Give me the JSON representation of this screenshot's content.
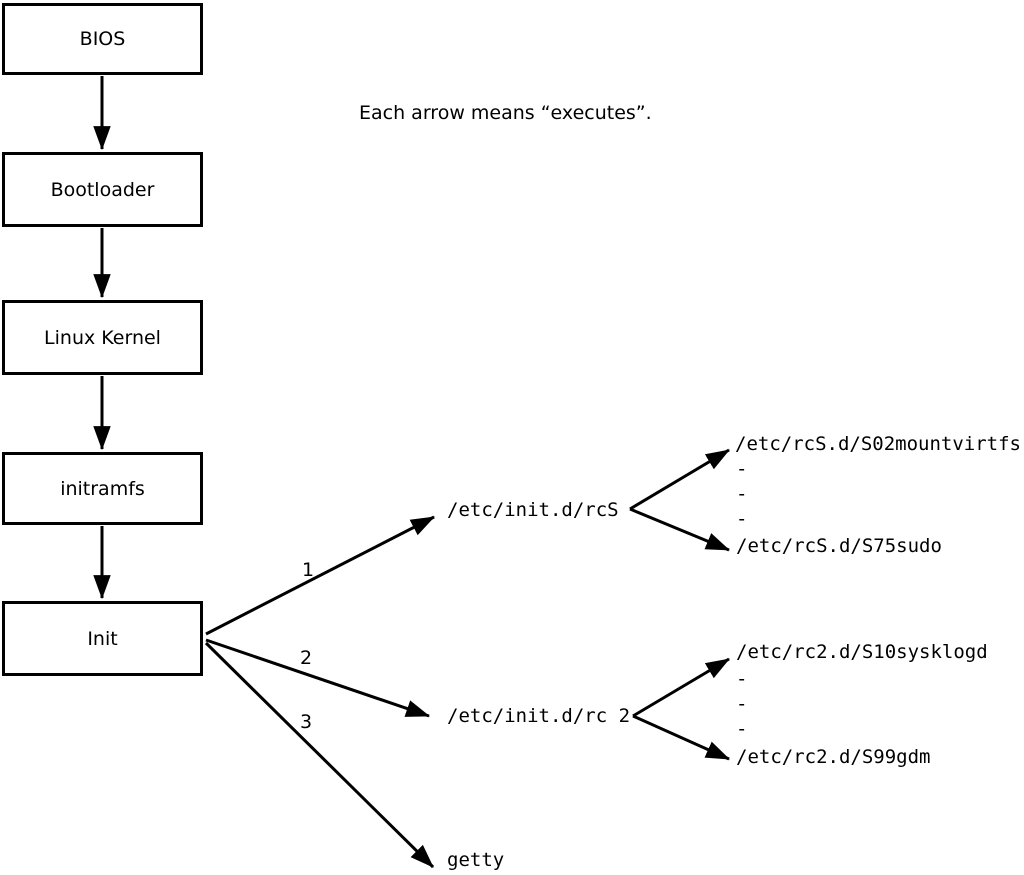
{
  "note": "Each arrow means “executes”.",
  "boxes": [
    {
      "label": "BIOS"
    },
    {
      "label": "Bootloader"
    },
    {
      "label": "Linux Kernel"
    },
    {
      "label": "initramfs"
    },
    {
      "label": "Init"
    }
  ],
  "edge_labels": {
    "rcs": "1",
    "rc2": "2",
    "getty": "3"
  },
  "nodes": {
    "rcs": "/etc/init.d/rcS",
    "rc2": "/etc/init.d/rc 2",
    "getty": "getty"
  },
  "rcs_children": [
    "/etc/rcS.d/S02mountvirtfs",
    "-",
    "-",
    "-",
    "/etc/rcS.d/S75sudo"
  ],
  "rc2_children": [
    "/etc/rc2.d/S10sysklogd",
    "-",
    "-",
    "-",
    "/etc/rc2.d/S99gdm"
  ],
  "colors": {
    "ink": "#000000",
    "background": "#ffffff"
  }
}
